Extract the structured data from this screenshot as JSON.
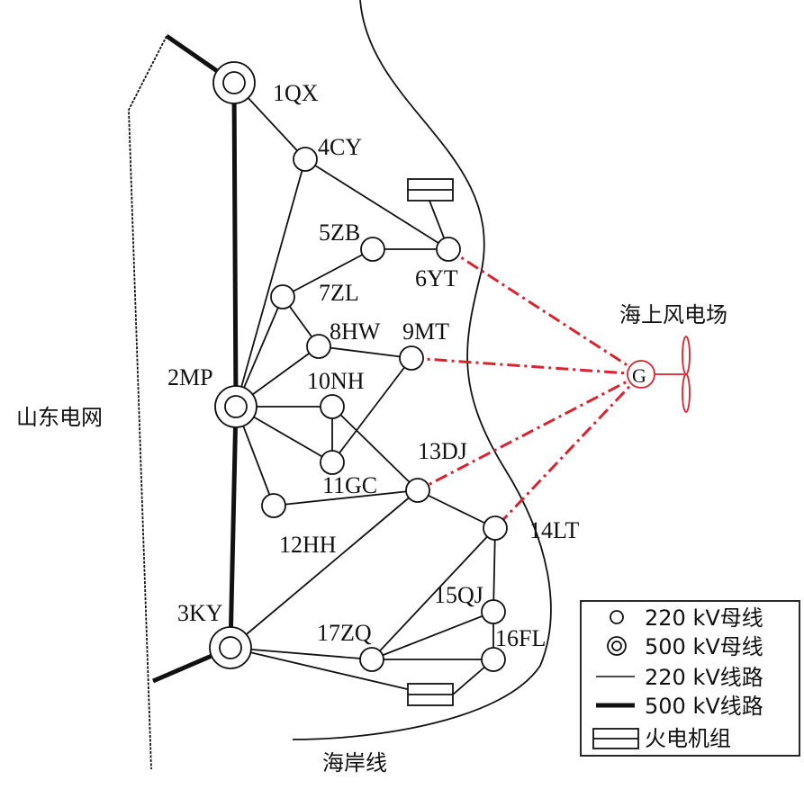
{
  "regions": {
    "grid": "山东电网",
    "wind_farm": "海上风电场",
    "coast": "海岸线",
    "generator": "G"
  },
  "colors": {
    "line": "#111111",
    "wind": "#d9232e"
  },
  "nodes": [
    {
      "id": "1QX",
      "kv": 500
    },
    {
      "id": "2MP",
      "kv": 500
    },
    {
      "id": "3KY",
      "kv": 500
    },
    {
      "id": "4CY",
      "kv": 220
    },
    {
      "id": "5ZB",
      "kv": 220
    },
    {
      "id": "6YT",
      "kv": 220
    },
    {
      "id": "7ZL",
      "kv": 220
    },
    {
      "id": "8HW",
      "kv": 220
    },
    {
      "id": "9MT",
      "kv": 220
    },
    {
      "id": "10NH",
      "kv": 220
    },
    {
      "id": "11GC",
      "kv": 220
    },
    {
      "id": "12HH",
      "kv": 220
    },
    {
      "id": "13DJ",
      "kv": 220
    },
    {
      "id": "14LT",
      "kv": 220
    },
    {
      "id": "15QJ",
      "kv": 220
    },
    {
      "id": "16FL",
      "kv": 220
    },
    {
      "id": "17ZQ",
      "kv": 220
    }
  ],
  "legend": [
    {
      "label": "220 kV母线"
    },
    {
      "label": "500 kV母线"
    },
    {
      "label": "220 kV线路"
    },
    {
      "label": "500 kV线路"
    },
    {
      "label": "火电机组"
    }
  ]
}
